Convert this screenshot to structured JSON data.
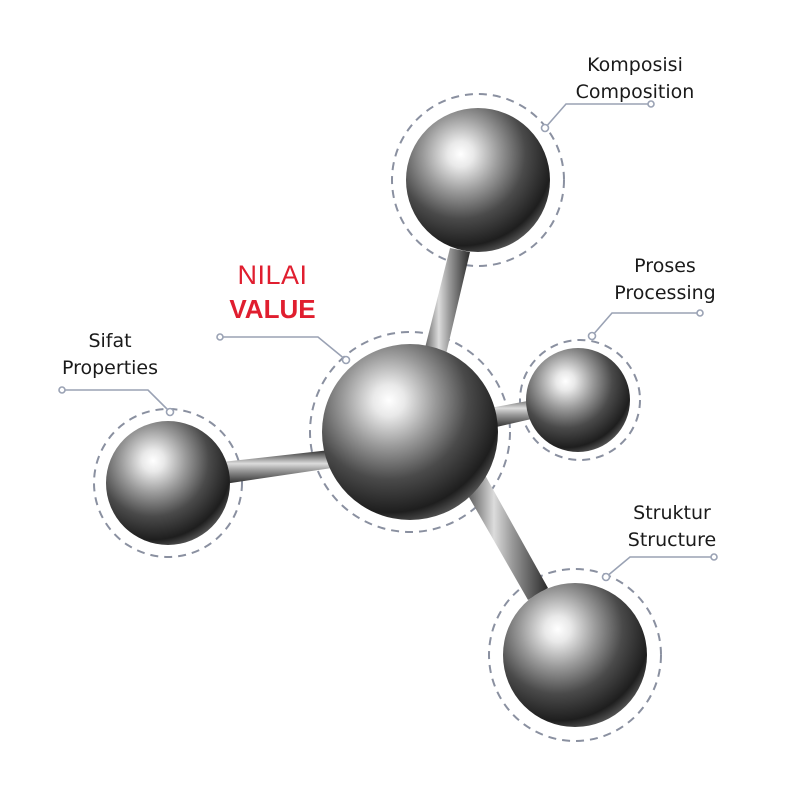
{
  "center": {
    "line1": "NILAI",
    "line2": "VALUE"
  },
  "nodes": {
    "composition": {
      "line1": "Komposisi",
      "line2": "Composition"
    },
    "processing": {
      "line1": "Proses",
      "line2": "Processing"
    },
    "properties": {
      "line1": "Sifat",
      "line2": "Properties"
    },
    "structure": {
      "line1": "Struktur",
      "line2": "Structure"
    }
  },
  "colors": {
    "accent": "#e01e2f",
    "connector": "#9aa2b4",
    "dashed_ring": "#8a90a0"
  }
}
